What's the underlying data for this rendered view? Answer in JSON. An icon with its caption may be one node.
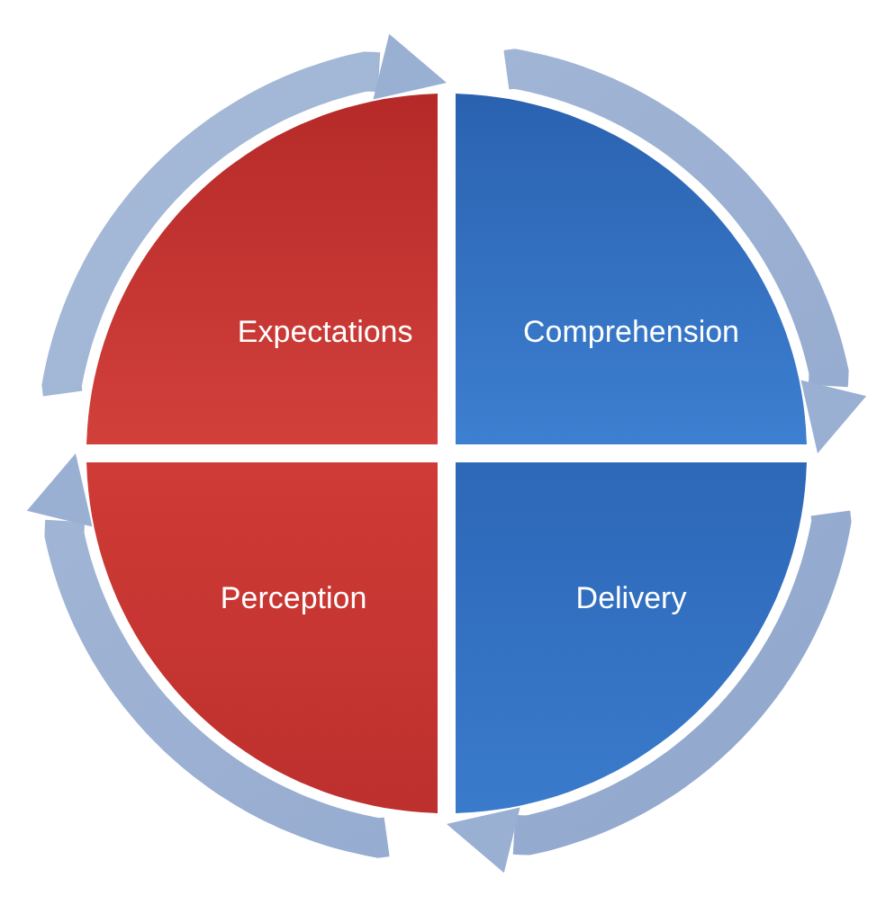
{
  "diagram": {
    "nodes": [
      {
        "text": [
          "Expectations"
        ]
      },
      {
        "text": [
          "Comprehension"
        ]
      },
      {
        "text": [
          "Delivery"
        ]
      },
      {
        "text": [
          "Perception"
        ]
      }
    ],
    "edges": [
      {
        "from": 0,
        "to": 1,
        "arrow": "to"
      },
      {
        "from": 1,
        "to": 2,
        "arrow": "to"
      },
      {
        "from": 2,
        "to": 3,
        "arrow": "to"
      },
      {
        "from": 3,
        "to": 0,
        "arrow": "to"
      }
    ]
  }
}
